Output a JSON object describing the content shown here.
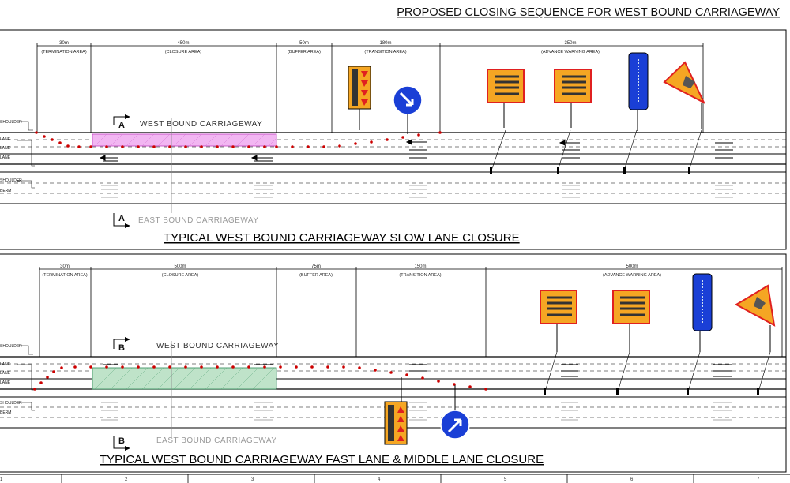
{
  "title": "PROPOSED CLOSING SEQUENCE FOR WEST BOUND CARRIAGEWAY",
  "panels": [
    {
      "caption": "TYPICAL  WEST BOUND CARRIAGEWAY SLOW LANE CLOSURE",
      "section_marker": "A",
      "westbound_label": "WEST BOUND CARRIAGEWAY",
      "eastbound_label": "EAST BOUND CARRIAGEWAY",
      "zones": [
        {
          "dim": "30m",
          "name": "(TERMINATION AREA)"
        },
        {
          "dim": "450m",
          "name": "(CLOSURE AREA)"
        },
        {
          "dim": "50m",
          "name": "(BUFFER AREA)"
        },
        {
          "dim": "180m",
          "name": "(TRANSITION AREA)"
        },
        {
          "dim": "350m",
          "name": "(ADVANCE WARNING AREA)"
        }
      ],
      "side_labels": [
        "SHOULDER",
        "LANE",
        "LANE",
        "LANE",
        "SHOULDER",
        "BERM"
      ]
    },
    {
      "caption": "TYPICAL  WEST BOUND CARRIAGEWAY FAST LANE & MIDDLE LANE CLOSURE",
      "section_marker": "B",
      "westbound_label": "WEST BOUND CARRIAGEWAY",
      "eastbound_label": "EAST BOUND CARRIAGEWAY",
      "zones": [
        {
          "dim": "30m",
          "name": "(TERMINATION AREA)"
        },
        {
          "dim": "500m",
          "name": "(CLOSURE AREA)"
        },
        {
          "dim": "75m",
          "name": "(BUFFER AREA)"
        },
        {
          "dim": "150m",
          "name": "(TRANSITION AREA)"
        },
        {
          "dim": "500m",
          "name": "(ADVANCE WARNING AREA)"
        }
      ],
      "side_labels": [
        "SHOULDER",
        "LANE",
        "LANE",
        "LANE",
        "SHOULDER",
        "BERM"
      ]
    }
  ],
  "grid_numbers": [
    "1",
    "2",
    "3",
    "4",
    "5",
    "6",
    "7"
  ],
  "colors": {
    "cone": "#cc0000",
    "closure_slow": "#ee88ee",
    "closure_fast": "#66bb88",
    "sign_orange": "#f5a623",
    "sign_red": "#e02020",
    "sign_blue": "#1a3fd6"
  }
}
